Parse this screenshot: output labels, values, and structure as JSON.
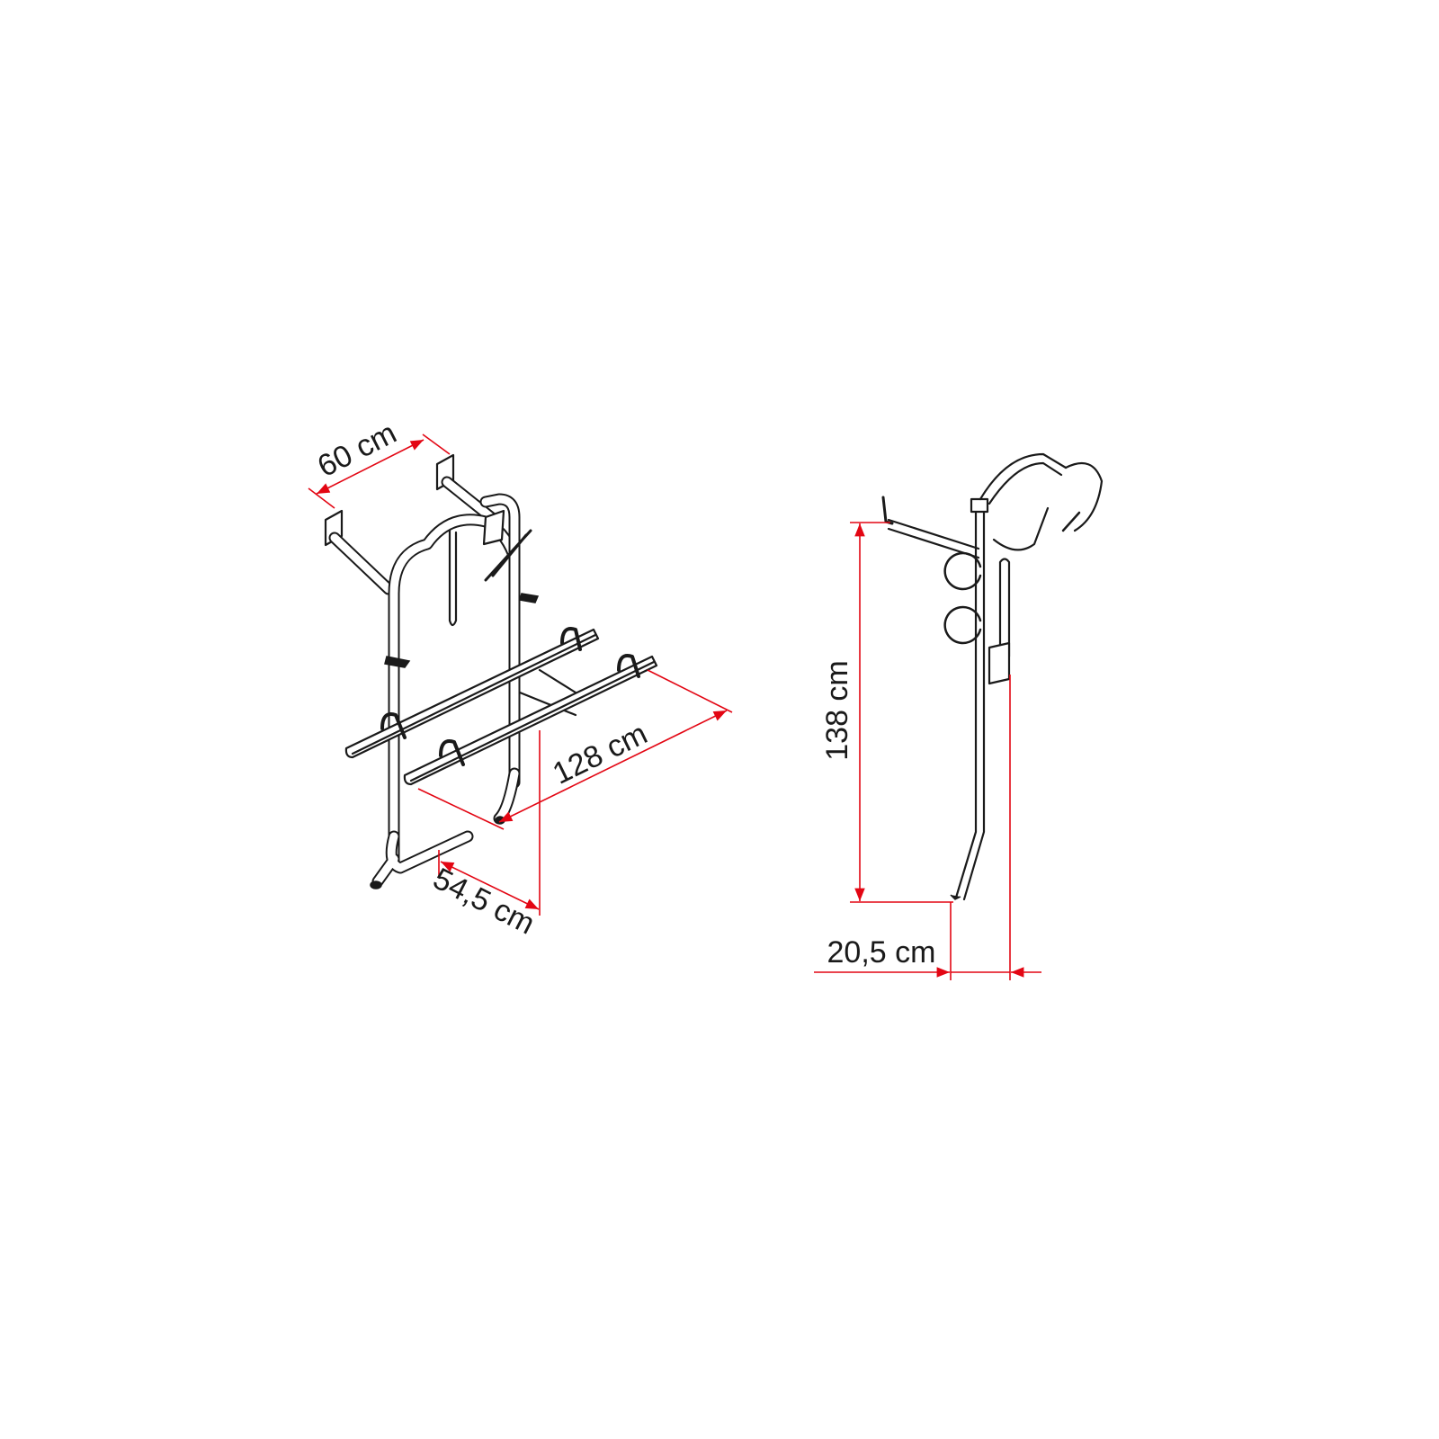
{
  "colors": {
    "dimension": "#e30613",
    "drawing": "#1a1a1a",
    "background": "#ffffff"
  },
  "front_view": {
    "dimensions": {
      "width_top": "60 cm",
      "length_rails": "128 cm",
      "depth": "54,5 cm"
    }
  },
  "side_view": {
    "dimensions": {
      "height": "138 cm",
      "offset": "20,5 cm"
    }
  }
}
